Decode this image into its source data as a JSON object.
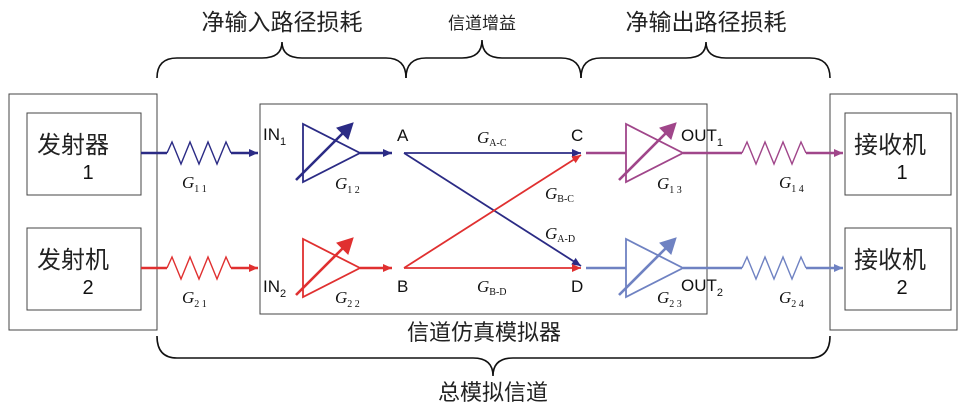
{
  "braces": {
    "input_loss": "净输入路径损耗",
    "channel_gain": "信道增益",
    "output_loss": "净输出路径损耗",
    "total": "总模拟信道"
  },
  "emulator_label": "信道仿真模拟器",
  "transmitters": [
    {
      "name": "发射器",
      "index": "1"
    },
    {
      "name": "发射机",
      "index": "2"
    }
  ],
  "receivers": [
    {
      "name": "接收机",
      "index": "1"
    },
    {
      "name": "接收机",
      "index": "2"
    }
  ],
  "ports": {
    "in1": {
      "main": "IN",
      "sub": "1"
    },
    "in2": {
      "main": "IN",
      "sub": "2"
    },
    "out1": {
      "main": "OUT",
      "sub": "1"
    },
    "out2": {
      "main": "OUT",
      "sub": "2"
    }
  },
  "nodes": {
    "a": "A",
    "b": "B",
    "c": "C",
    "d": "D"
  },
  "gains": {
    "g11": {
      "main": "G",
      "sub": "1 1"
    },
    "g21": {
      "main": "G",
      "sub": "2 1"
    },
    "g12": {
      "main": "G",
      "sub": "1 2"
    },
    "g22": {
      "main": "G",
      "sub": "2 2"
    },
    "g13": {
      "main": "G",
      "sub": "1 3"
    },
    "g23": {
      "main": "G",
      "sub": "2 3"
    },
    "g14": {
      "main": "G",
      "sub": "1 4"
    },
    "g24": {
      "main": "G",
      "sub": "2 4"
    },
    "gac": {
      "main": "G",
      "sub": "A-C"
    },
    "gbc": {
      "main": "G",
      "sub": "B-C"
    },
    "gad": {
      "main": "G",
      "sub": "A-D"
    },
    "gbd": {
      "main": "G",
      "sub": "B-D"
    }
  },
  "colors": {
    "path1": "#2b2b85",
    "path2": "#e03030",
    "out1": "#a0468a",
    "out2": "#6f82c2"
  }
}
